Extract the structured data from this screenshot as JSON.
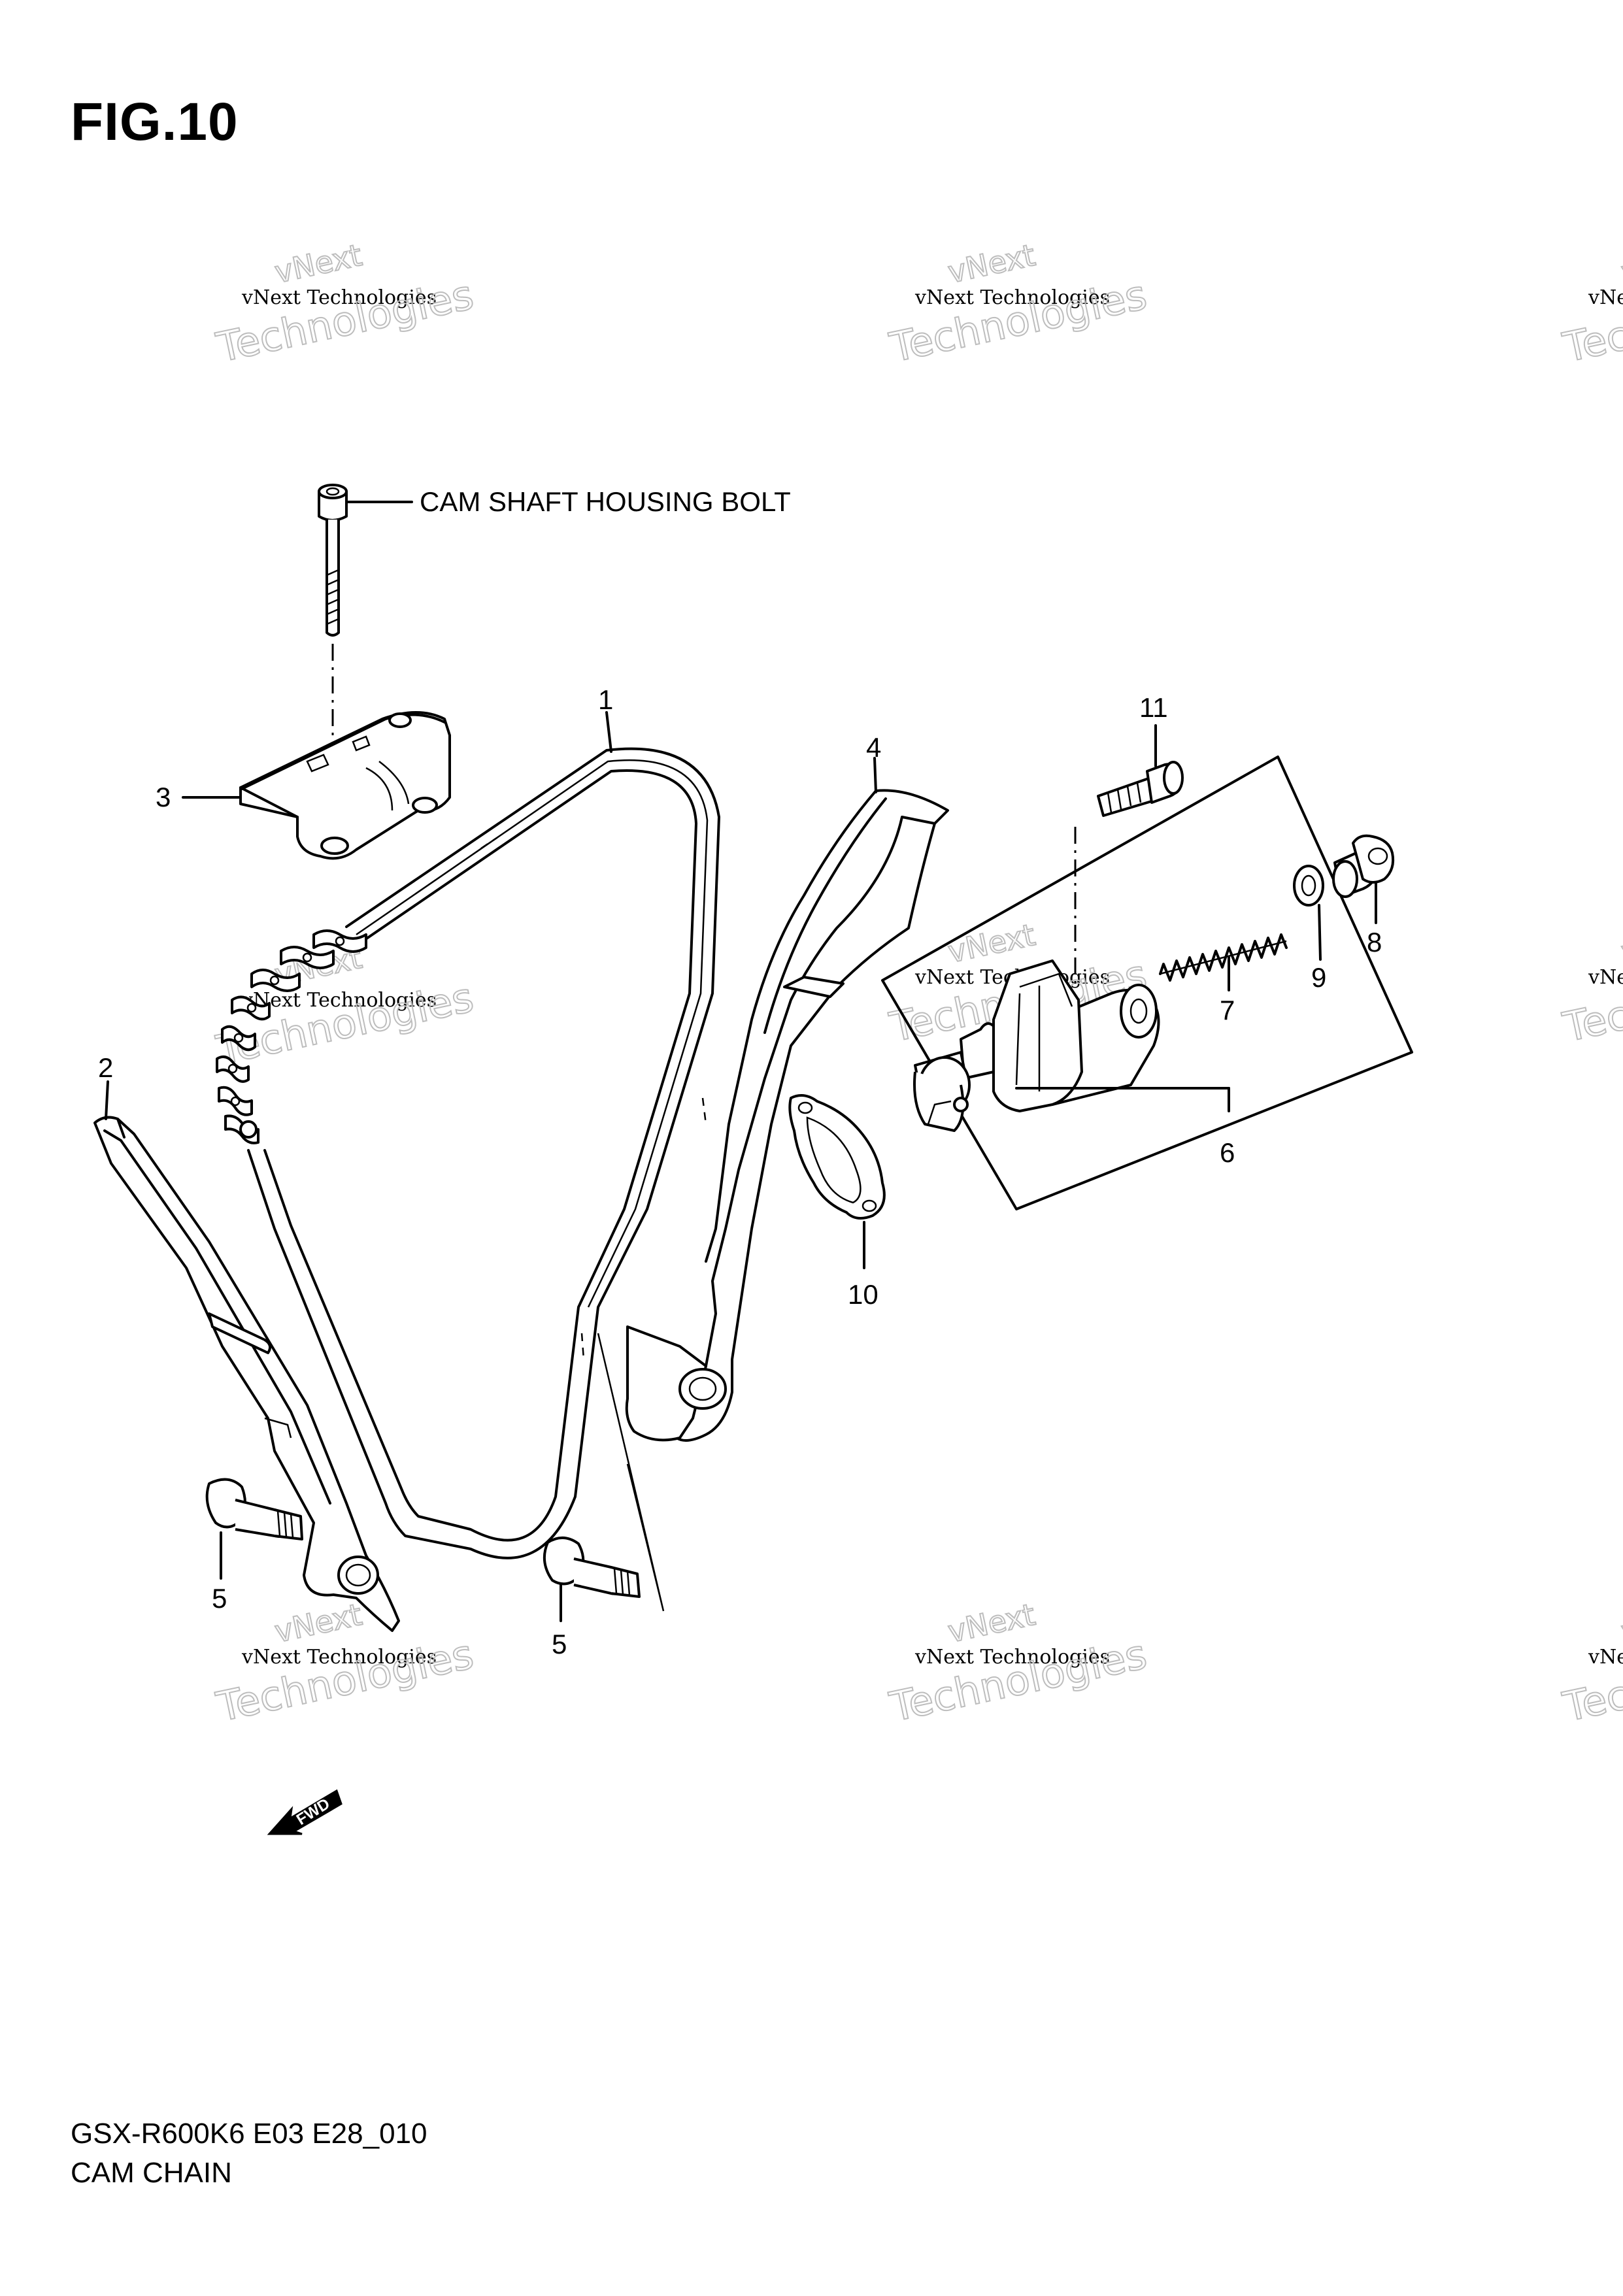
{
  "figure": {
    "title": "FIG.10",
    "code": "GSX-R600K6 E03 E28_010",
    "name": "CAM CHAIN"
  },
  "callouts": {
    "cam_shaft_housing_bolt": "CAM SHAFT HOUSING BOLT",
    "p1": "1",
    "p2": "2",
    "p3": "3",
    "p4": "4",
    "p5a": "5",
    "p5b": "5",
    "p6": "6",
    "p7": "7",
    "p8": "8",
    "p9": "9",
    "p10": "10",
    "p11": "11",
    "fwd": "FWD"
  },
  "watermark": {
    "line1": "vNext Technologies",
    "big_top": "vNext",
    "big_bottom": "Technologies"
  }
}
